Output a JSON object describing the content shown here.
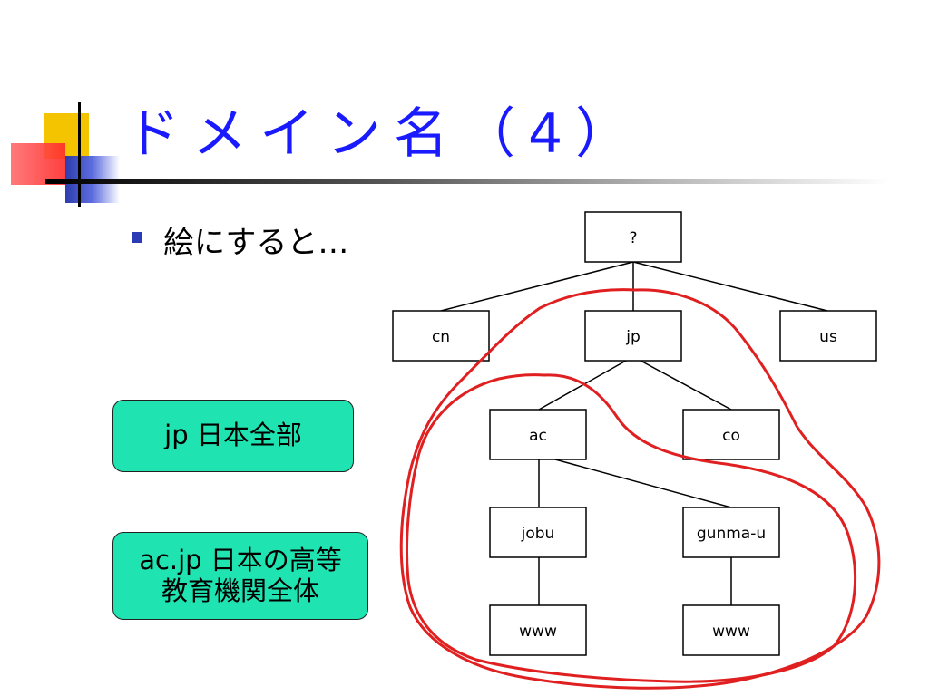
{
  "title": "ドメイン名（4）",
  "bullet": "絵にすると…",
  "notes": {
    "jp": "jp 日本全部",
    "acjp_line1": "ac.jp 日本の高等",
    "acjp_line2": "教育機関全体"
  },
  "tree": {
    "root": "?",
    "cn": "cn",
    "jp": "jp",
    "us": "us",
    "ac": "ac",
    "co": "co",
    "jobu": "jobu",
    "gunma": "gunma-u",
    "www1": "www",
    "www2": "www"
  },
  "colors": {
    "title": "#1a1aff",
    "note_fill": "#1fe3b0",
    "highlight": "#e02020"
  }
}
